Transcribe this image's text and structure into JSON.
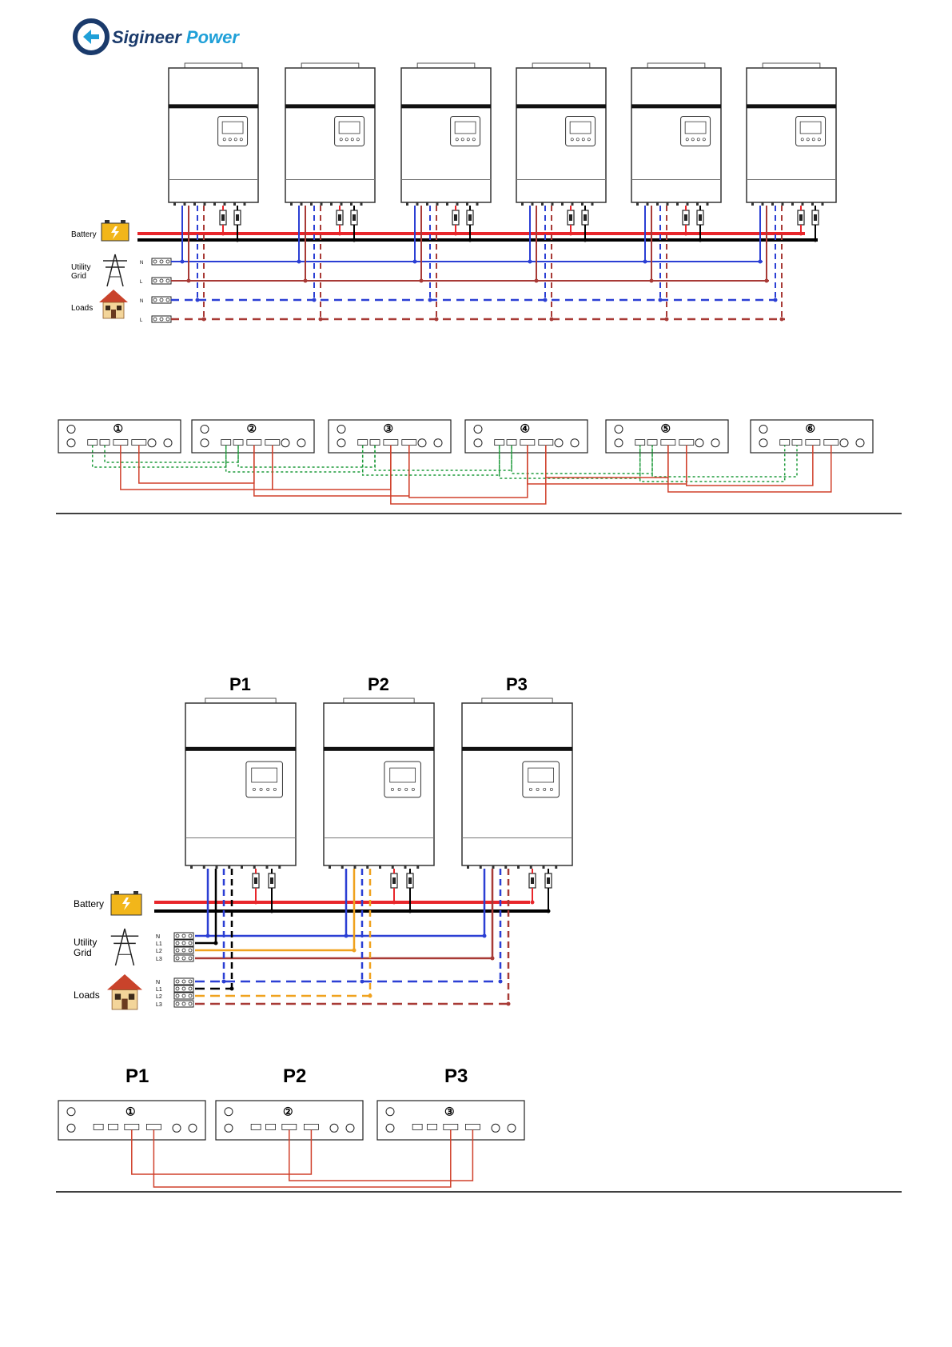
{
  "brand": {
    "text_a": "Sigineer",
    "text_b": " Power",
    "color_dark": "#1a3a6b",
    "color_light": "#1fa0d8"
  },
  "colors": {
    "battery_pos": "#e8262b",
    "battery_neg": "#000000",
    "neutral": "#2b3fd4",
    "line": "#a83a36",
    "line_l2": "#f0a21e",
    "comm": "#1f9b3c",
    "current": "#d0402b"
  },
  "section1": {
    "labels": {
      "battery": "Battery",
      "utility": "Utility",
      "grid": "Grid",
      "loads": "Loads"
    },
    "phase_in": [
      "N",
      "L"
    ],
    "phase_out": [
      "N",
      "L"
    ],
    "units": [
      "①",
      "②",
      "③",
      "④",
      "⑤",
      "⑥"
    ]
  },
  "section2": {
    "titles": [
      "P1",
      "P2",
      "P3"
    ],
    "labels": {
      "battery": "Battery",
      "utility": "Utility",
      "grid": "Grid",
      "loads": "Loads"
    },
    "phase_in": [
      "N",
      "L1",
      "L2",
      "L3"
    ],
    "phase_out": [
      "N",
      "L1",
      "L2",
      "L3"
    ],
    "units": [
      "①",
      "②",
      "③"
    ],
    "bottom_titles": [
      "P1",
      "P2",
      "P3"
    ]
  }
}
